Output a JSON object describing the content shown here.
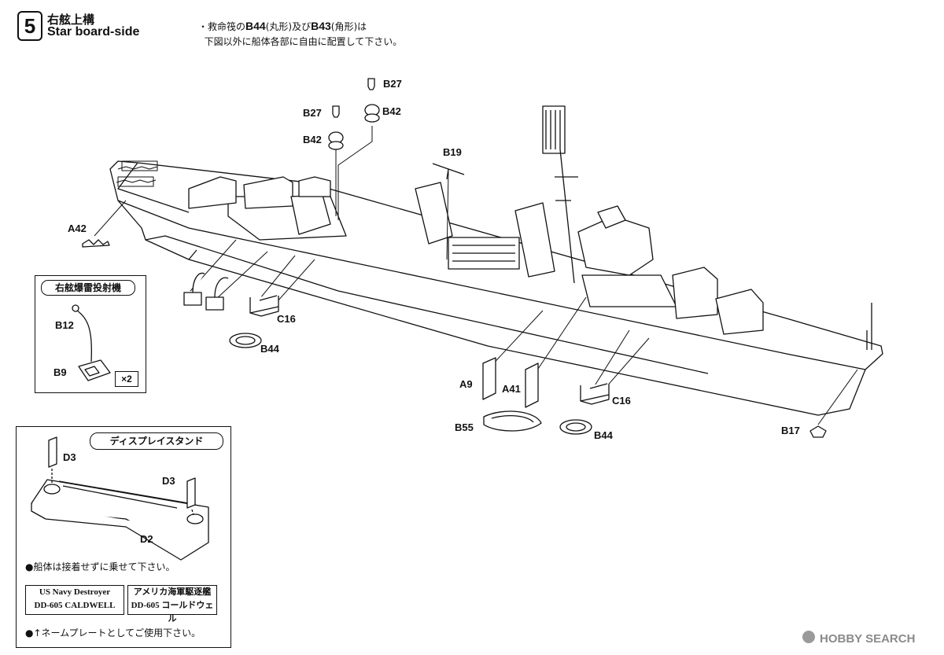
{
  "step": {
    "number": "5",
    "title_jp": "右舷上構",
    "title_en": "Star board-side"
  },
  "note": {
    "bullet": "・",
    "line1_pre": "救命筏の",
    "part1": "B44",
    "part1_shape": "(丸形)",
    "and": "及び",
    "part2": "B43",
    "part2_shape": "(角形)",
    "line1_post": "は",
    "line2": "下図以外に船体各部に自由に配置して下さい。"
  },
  "part_labels": {
    "b27_top": "B27",
    "b42_top": "B42",
    "b27_mid": "B27",
    "b42_mid": "B42",
    "b19": "B19",
    "a42": "A42",
    "c16_left": "C16",
    "b44_left": "B44",
    "a9": "A9",
    "a41": "A41",
    "b55": "B55",
    "b44_bottom": "B44",
    "c16_right": "C16",
    "b17": "B17"
  },
  "depth_charge_inset": {
    "title": "右舷爆雷投射機",
    "b12": "B12",
    "b9": "B9",
    "multiplier": "×2"
  },
  "display_stand_inset": {
    "title": "ディスプレイスタンド",
    "d3_left": "D3",
    "d3_right": "D3",
    "d2": "D2",
    "note": "●船体は接着せずに乗せて下さい。",
    "nameplate_en_line1": "US Navy Destroyer",
    "nameplate_en_line2": "DD-605 CALDWELL",
    "nameplate_jp_line1": "アメリカ海軍駆逐艦",
    "nameplate_jp_line2": "DD-605 コールドウェル",
    "nameplate_note": "●↑ネームプレートとしてご使用下さい。"
  },
  "watermark": {
    "text": "HOBBY SEARCH"
  }
}
